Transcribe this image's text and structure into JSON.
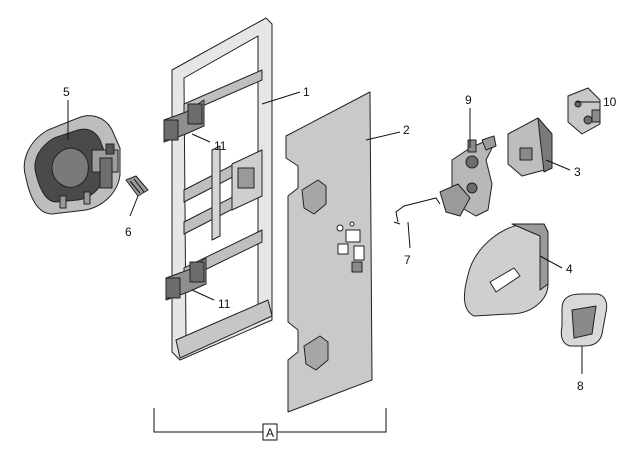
{
  "callouts": {
    "c1": "1",
    "c2": "2",
    "c3": "3",
    "c4": "4",
    "c5": "5",
    "c6": "6",
    "c7": "7",
    "c8": "8",
    "c9": "9",
    "c10": "10",
    "c11_top": "11",
    "c11_bottom": "11",
    "group": "A"
  },
  "colors": {
    "line": "#222222",
    "panel_fill": "#c9c9c9",
    "frame_fill": "#e6e6e6",
    "dark_fill": "#8a8a8a",
    "mid_fill": "#b3b3b3"
  }
}
